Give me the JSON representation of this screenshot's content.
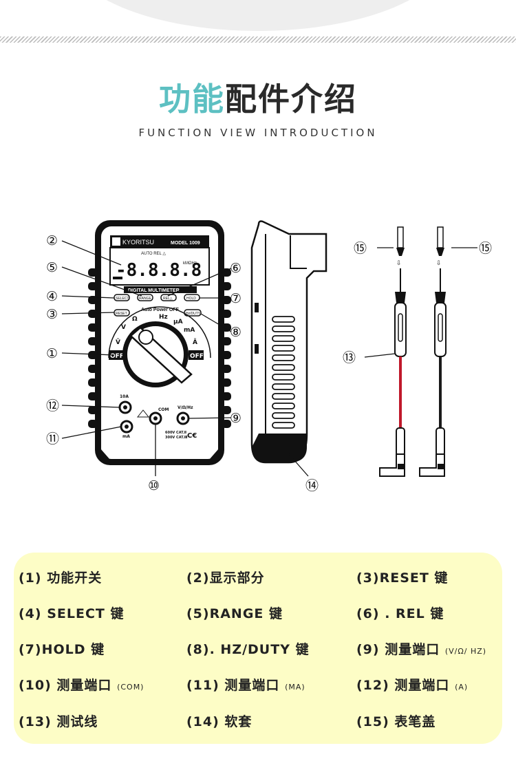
{
  "header": {
    "title_accent": "功能",
    "title_rest": "配件介绍",
    "subtitle": "FUNCTION VIEW INTRODUCTION"
  },
  "figure": {
    "brand": "KYORITSU",
    "model": "MODEL 1009",
    "panel_label": "DIGITAL MULTIMETER",
    "lcd_value": "-8.8.8.8",
    "lcd_flags": "AUTO REL △",
    "lcd_units": "kMΩHz",
    "buttons": {
      "select": "SELECT",
      "range": "RANGE",
      "rel": "REL△",
      "hold": "HOLD",
      "reset": "RESET",
      "hzduty": "Hz/DUTY"
    },
    "auto_power_off": "Auto Power OFF",
    "off_label": "OFF",
    "dial_labels": {
      "ohm": "Ω",
      "hz": "Hz",
      "ua": "μA",
      "ma": "mA",
      "v_dc": "V",
      "v_ac": "Ṽ",
      "a_dc": "A",
      "a_ac": "Ã"
    },
    "ports": {
      "a10": "10A",
      "com": "COM",
      "vohz": "V/Ω/Hz",
      "ma": "mA"
    },
    "cat_text_1": "600V CAT.Ⅱ",
    "cat_text_2": "300V CAT.Ⅲ",
    "callouts": [
      "②",
      "⑤",
      "④",
      "③",
      "①",
      "⑫",
      "⑪",
      "⑩",
      "⑥",
      "⑦",
      "⑧",
      "⑨",
      "⑭",
      "⑮",
      "⑮",
      "⑬"
    ]
  },
  "legend": {
    "items": [
      {
        "label": "(1) 功能开关",
        "note": ""
      },
      {
        "label": "(2)显示部分",
        "note": ""
      },
      {
        "label": "(3)RESET 键",
        "note": ""
      },
      {
        "label": "(4) SELECT 键",
        "note": ""
      },
      {
        "label": "(5)RANGE 键",
        "note": ""
      },
      {
        "label": "(6) . REL 键",
        "note": ""
      },
      {
        "label": "(7)HOLD 键",
        "note": ""
      },
      {
        "label": "(8). HZ/DUTY 键",
        "note": ""
      },
      {
        "label": "(9) 测量端口",
        "note": "(V/Ω/ HZ)"
      },
      {
        "label": "(10) 测量端口",
        "note": "(COM)"
      },
      {
        "label": "(11) 测量端口",
        "note": "(MA)"
      },
      {
        "label": "(12) 测量端口",
        "note": "(A)"
      },
      {
        "label": "(13) 测试线",
        "note": ""
      },
      {
        "label": "(14) 软套",
        "note": ""
      },
      {
        "label": "(15) 表笔盖",
        "note": ""
      }
    ]
  },
  "colors": {
    "accent": "#5dc0c2",
    "legend_bg": "#fdfdc6",
    "lead_red": "#c0182a",
    "lead_black": "#1a1a1a"
  }
}
